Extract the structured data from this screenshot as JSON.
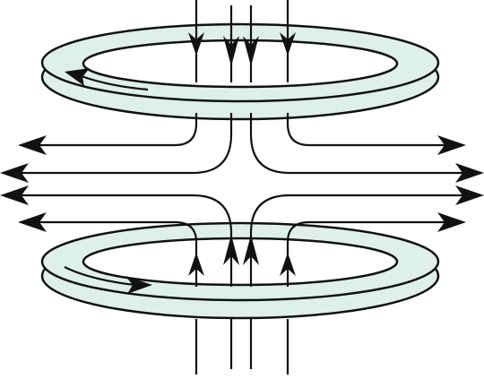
{
  "diagram": {
    "colors": {
      "ring_fill": "#dff0eb",
      "ring_stroke": "#111111",
      "line": "#111111",
      "background": "#ffffff"
    },
    "rings": [
      {
        "name": "top-coil-ring",
        "current_direction": "counterclockwise-front"
      },
      {
        "name": "bottom-coil-ring",
        "current_direction": "clockwise-front"
      }
    ],
    "field_lines": {
      "vertical_lines": 4,
      "horizontal_outflows": 4
    }
  }
}
